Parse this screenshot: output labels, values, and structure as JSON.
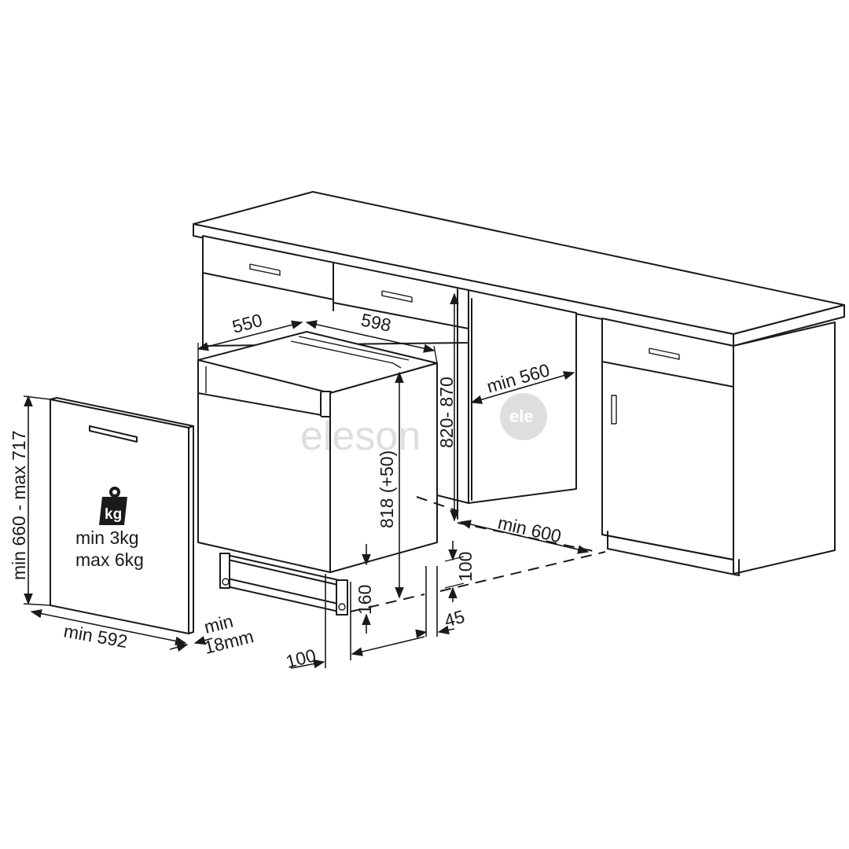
{
  "watermark": {
    "text": "eleson",
    "circle_text": "ele"
  },
  "weight_icon": "kg-weight-icon",
  "weight_icon_text": "kg",
  "door_panel": {
    "weight_min": "min  3kg",
    "weight_max": "max 6kg"
  },
  "dimensions": {
    "depth": "550",
    "width": "598",
    "niche_height": "820- 870",
    "niche_width": "min 560",
    "appliance_height": "818 (+50)",
    "depth_min": "min 600",
    "plinth_gap": "100",
    "plinth_depth": "45",
    "plinth_height": "160",
    "front_gap": "100",
    "panel_height": "min 660 - max 717",
    "panel_width": "min 592",
    "panel_thickness_line1": "min",
    "panel_thickness_line2": "18mm"
  }
}
